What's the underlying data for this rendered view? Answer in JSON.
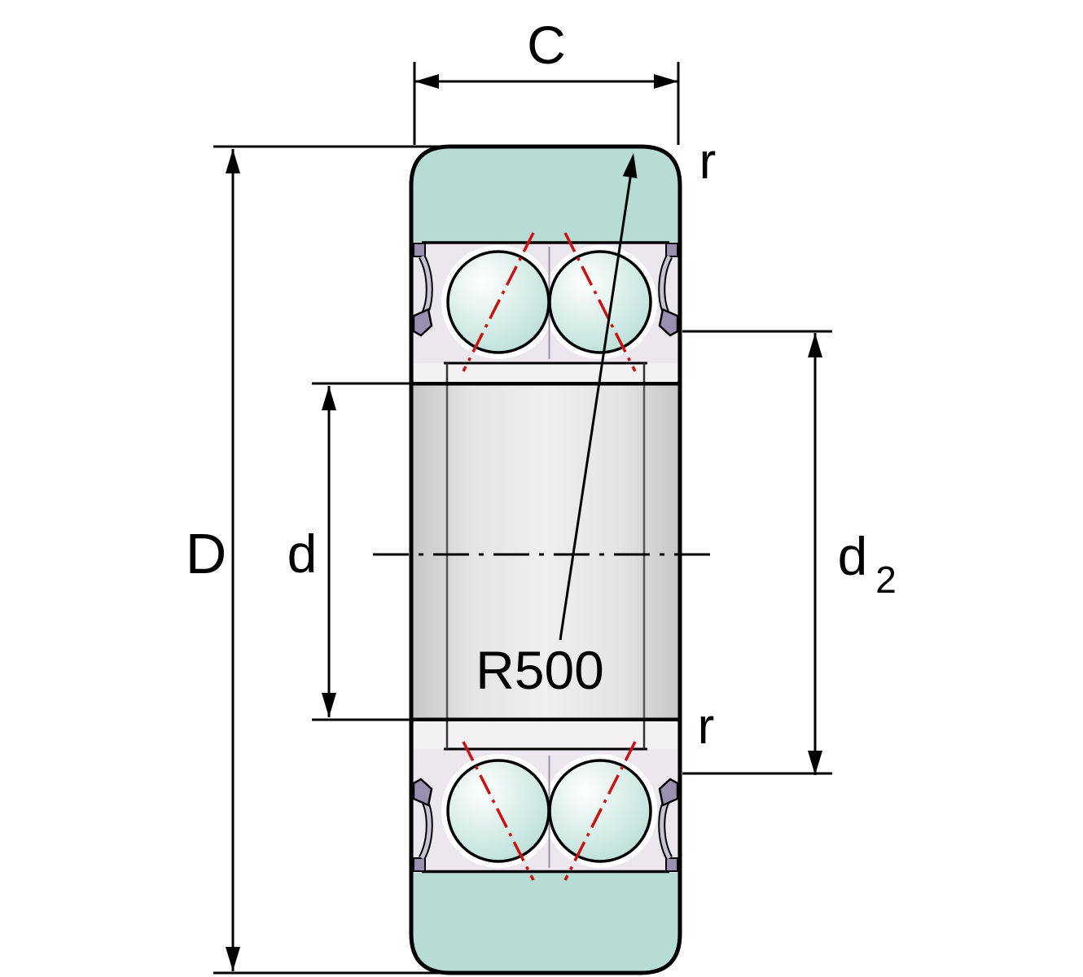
{
  "diagram": {
    "kind": "double-row-ball-bearing-cross-section",
    "labels": {
      "width": "C",
      "outer_diameter": "D",
      "bore": "d",
      "shoulder_diameter": {
        "base": "d",
        "sub": "2"
      },
      "corner_radius_top": "r",
      "corner_radius_bottom": "r",
      "crown_radius": "R500"
    },
    "colors": {
      "outer_ring": "#b7dcd5",
      "ball_base": "#b9ded6",
      "ball_mid": "#dff0ec",
      "ball_highlight": "#ffffff",
      "inner_ring": "#c6c6c6",
      "inner_ring_light": "#efefef",
      "cage": "#ece7ee",
      "shoulder": "#f3f1f4",
      "seal": "#9a8fb0",
      "seal_band": "#c7c2d2",
      "contact_line": "#cc1111",
      "outline": "#000000"
    }
  }
}
